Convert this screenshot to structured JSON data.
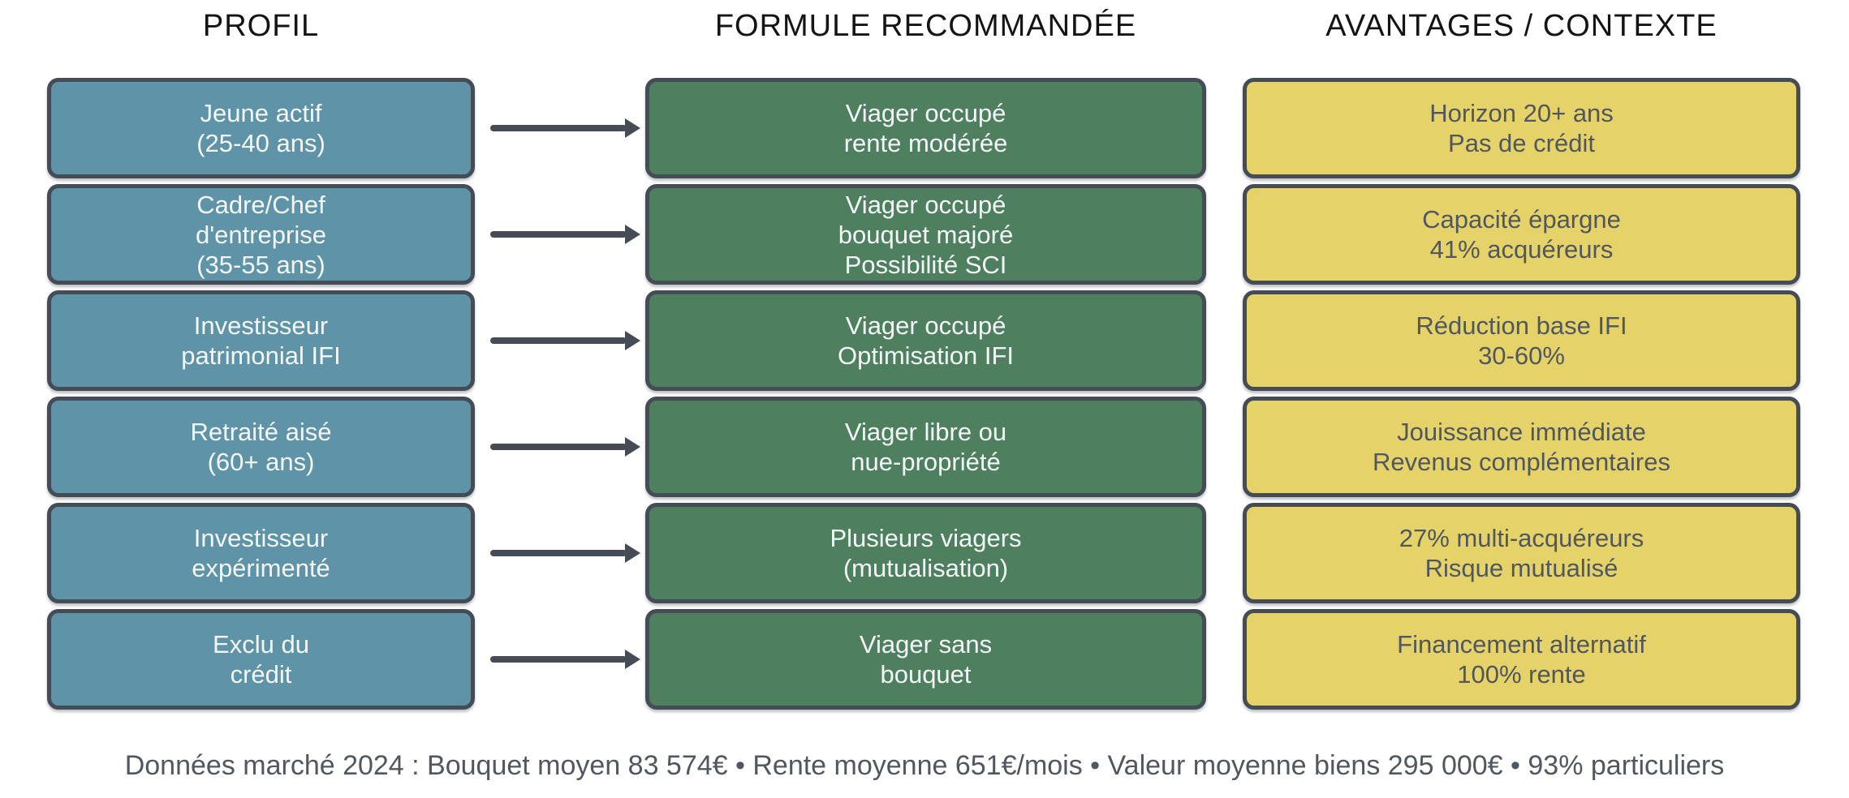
{
  "columns": {
    "profil": {
      "header": "PROFIL"
    },
    "formule": {
      "header": "FORMULE RECOMMANDÉE"
    },
    "avantage": {
      "header": "AVANTAGES / CONTEXTE"
    }
  },
  "rows": [
    {
      "profil": "Jeune actif\n(25-40 ans)",
      "formule": "Viager occupé\nrente modérée",
      "avantage": "Horizon 20+ ans\nPas de crédit"
    },
    {
      "profil": "Cadre/Chef\nd'entreprise\n(35-55 ans)",
      "formule": "Viager occupé\nbouquet majoré\nPossibilité SCI",
      "avantage": "Capacité épargne\n41% acquéreurs"
    },
    {
      "profil": "Investisseur\npatrimonial IFI",
      "formule": "Viager occupé\nOptimisation IFI",
      "avantage": "Réduction base IFI\n30-60%"
    },
    {
      "profil": "Retraité aisé\n(60+ ans)",
      "formule": "Viager libre ou\nnue-propriété",
      "avantage": "Jouissance immédiate\nRevenus complémentaires"
    },
    {
      "profil": "Investisseur\nexpérimenté",
      "formule": "Plusieurs viagers\n(mutualisation)",
      "avantage": "27% multi-acquéreurs\nRisque mutualisé"
    },
    {
      "profil": "Exclu du\ncrédit",
      "formule": "Viager sans\nbouquet",
      "avantage": "Financement alternatif\n100% rente"
    }
  ],
  "footer": "Données marché 2024 : Bouquet moyen 83 574€ • Rente moyenne 651€/mois • Valeur moyenne biens 295 000€ • 93% particuliers",
  "colors": {
    "profil_box": "#5E93A8",
    "formule_box": "#4E7F5F",
    "avantage_box": "#E5D369",
    "box_border": "#464C55",
    "arrow": "#464C55",
    "light_text": "#F4F7F7",
    "dark_text": "#51575F",
    "header_text": "#141414"
  }
}
